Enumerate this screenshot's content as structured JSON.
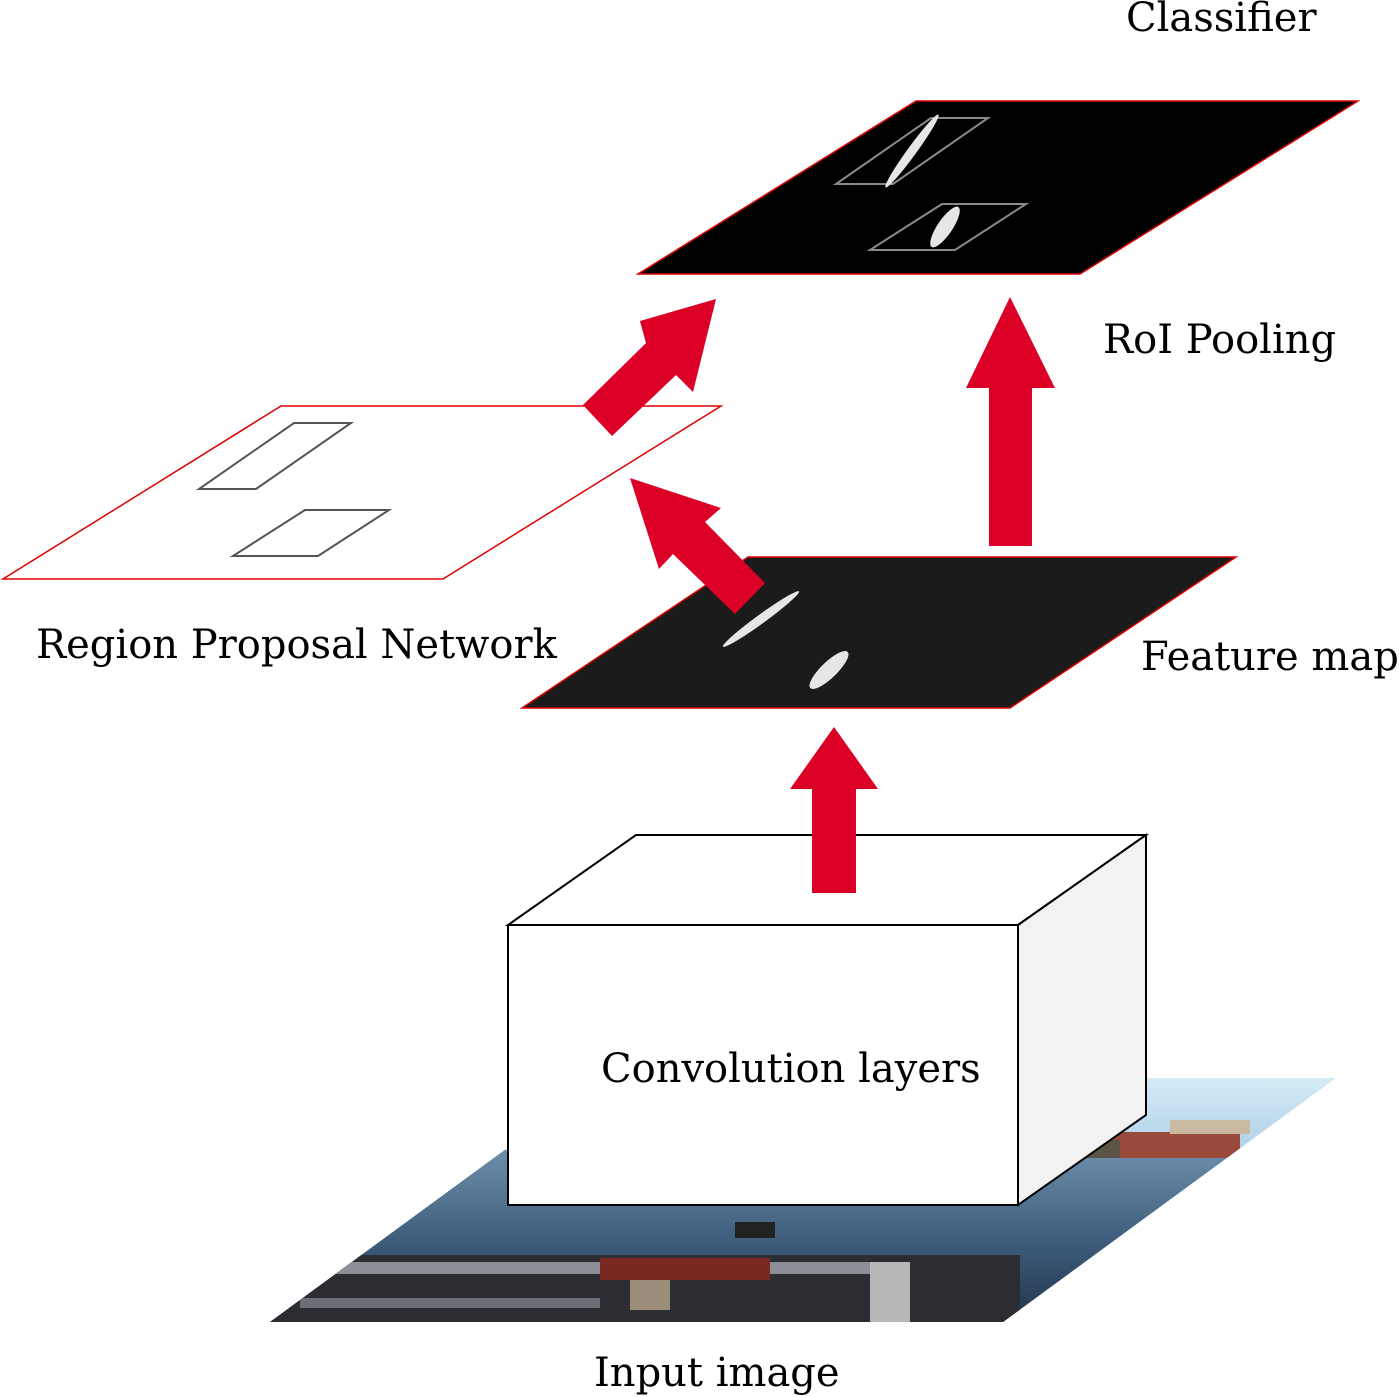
{
  "labels": {
    "classifier": "Classifier",
    "roi_pooling": "RoI Pooling",
    "region_proposal_network": "Region Proposal Network",
    "feature_maps": "Feature maps",
    "convolution_layers": "Convolution layers",
    "input_image": "Input image"
  },
  "colors": {
    "arrow": "#dc0026",
    "plane_border": "#e00000",
    "classifier_plane": "#000000",
    "feature_plane": "#1b1b1b",
    "blob": "#e6e6e6",
    "box_side": "#f2f2f2"
  }
}
